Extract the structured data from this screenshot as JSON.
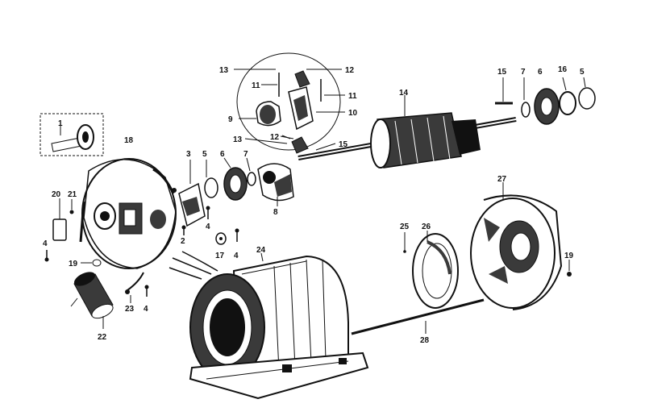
{
  "colors": {
    "ink": "#111111",
    "background": "#ffffff",
    "shade": "#3a3a3a"
  },
  "callouts": [
    {
      "id": "1",
      "text": "1"
    },
    {
      "id": "2",
      "text": "2"
    },
    {
      "id": "3",
      "text": "3"
    },
    {
      "id": "4a",
      "text": "4"
    },
    {
      "id": "4b",
      "text": "4"
    },
    {
      "id": "4c",
      "text": "4"
    },
    {
      "id": "4d",
      "text": "4"
    },
    {
      "id": "5a",
      "text": "5"
    },
    {
      "id": "5b",
      "text": "5"
    },
    {
      "id": "6a",
      "text": "6"
    },
    {
      "id": "6b",
      "text": "6"
    },
    {
      "id": "7a",
      "text": "7"
    },
    {
      "id": "7b",
      "text": "7"
    },
    {
      "id": "8",
      "text": "8"
    },
    {
      "id": "9",
      "text": "9"
    },
    {
      "id": "10",
      "text": "10"
    },
    {
      "id": "11a",
      "text": "11"
    },
    {
      "id": "11b",
      "text": "11"
    },
    {
      "id": "12a",
      "text": "12"
    },
    {
      "id": "12b",
      "text": "12"
    },
    {
      "id": "13a",
      "text": "13"
    },
    {
      "id": "13b",
      "text": "13"
    },
    {
      "id": "14",
      "text": "14"
    },
    {
      "id": "15a",
      "text": "15"
    },
    {
      "id": "15b",
      "text": "15"
    },
    {
      "id": "16",
      "text": "16"
    },
    {
      "id": "17",
      "text": "17"
    },
    {
      "id": "18",
      "text": "18"
    },
    {
      "id": "19a",
      "text": "19"
    },
    {
      "id": "19b",
      "text": "19"
    },
    {
      "id": "20",
      "text": "20"
    },
    {
      "id": "21",
      "text": "21"
    },
    {
      "id": "22",
      "text": "22"
    },
    {
      "id": "23",
      "text": "23"
    },
    {
      "id": "24",
      "text": "24"
    },
    {
      "id": "25",
      "text": "25"
    },
    {
      "id": "26",
      "text": "26"
    },
    {
      "id": "27",
      "text": "27"
    },
    {
      "id": "28",
      "text": "28"
    }
  ]
}
